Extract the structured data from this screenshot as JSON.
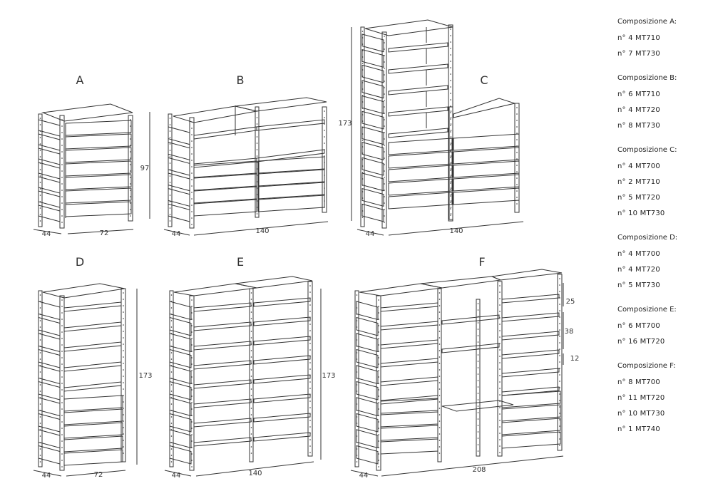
{
  "letters": [
    "A",
    "B",
    "C",
    "D",
    "E",
    "F"
  ],
  "dimensions": {
    "a_width": "72",
    "a_depth": "44",
    "a_height": "97",
    "b_width": "140",
    "b_depth": "44",
    "c_width": "140",
    "c_depth": "44",
    "c_height": "173",
    "d_width": "72",
    "d_depth": "44",
    "d_height": "173",
    "e_width": "140",
    "e_depth": "44",
    "e_height": "173",
    "f_width": "208",
    "f_depth": "44",
    "f_gap_top": "25",
    "f_gap_mid": "38",
    "f_gap_bottom": "12"
  },
  "compositions": [
    {
      "title": "Composizione A:",
      "items": [
        "n° 4 MT710",
        "n° 7 MT730"
      ]
    },
    {
      "title": "Composizione B:",
      "items": [
        "n° 6 MT710",
        "n° 4 MT720",
        "n° 8 MT730"
      ]
    },
    {
      "title": "Composizione C:",
      "items": [
        "n° 4 MT700",
        "n° 2 MT710",
        "n° 5 MT720",
        "n° 10 MT730"
      ]
    },
    {
      "title": "Composizione D:",
      "items": [
        "n° 4 MT700",
        "n° 4 MT720",
        "n° 5 MT730"
      ]
    },
    {
      "title": "Composizione E:",
      "items": [
        "n° 6 MT700",
        "n° 16 MT720"
      ]
    },
    {
      "title": "Composizione F:",
      "items": [
        "n° 8 MT700",
        "n° 11 MT720",
        "n° 10 MT730",
        "n° 1 MT740"
      ]
    }
  ]
}
